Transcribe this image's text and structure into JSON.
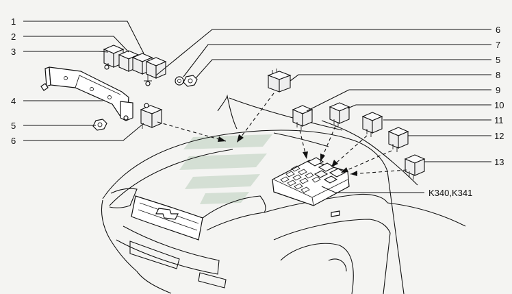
{
  "callouts": {
    "c1": "1",
    "c2": "2",
    "c3": "3",
    "c4": "4",
    "c5a": "5",
    "c6a": "6",
    "c6b": "6",
    "c7": "7",
    "c5b": "5",
    "c8": "8",
    "c9": "9",
    "c10": "10",
    "c11": "11",
    "c12": "12",
    "c13": "13",
    "fuse_box": "K340,K341"
  },
  "colors": {
    "ink": "#111111",
    "paper": "#f4f4f2",
    "watermark": "#c9d8c9"
  }
}
